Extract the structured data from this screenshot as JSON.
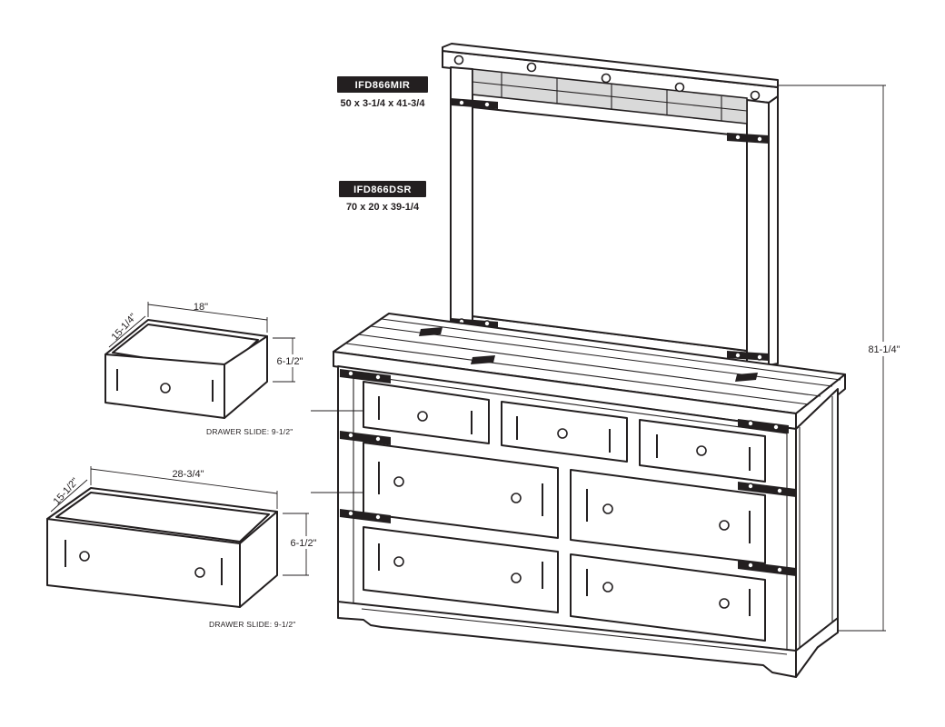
{
  "mirror": {
    "model": "IFD866MIR",
    "dimensions": "50 x 3-1/4 x 41-3/4"
  },
  "dresser": {
    "model": "IFD866DSR",
    "dimensions": "70 x 20 x 39-1/4"
  },
  "overall_height": "81-1/4\"",
  "small_drawer": {
    "width": "18\"",
    "depth": "15-1/4\"",
    "height": "6-1/2\"",
    "slide_note": "DRAWER SLIDE: 9-1/2\""
  },
  "large_drawer": {
    "width": "28-3/4\"",
    "depth": "15-1/2\"",
    "height": "6-1/2\"",
    "slide_note": "DRAWER SLIDE: 9-1/2\""
  },
  "colors": {
    "line": "#231f20",
    "label_background": "#231f20",
    "label_text": "#ffffff",
    "background": "#ffffff"
  }
}
